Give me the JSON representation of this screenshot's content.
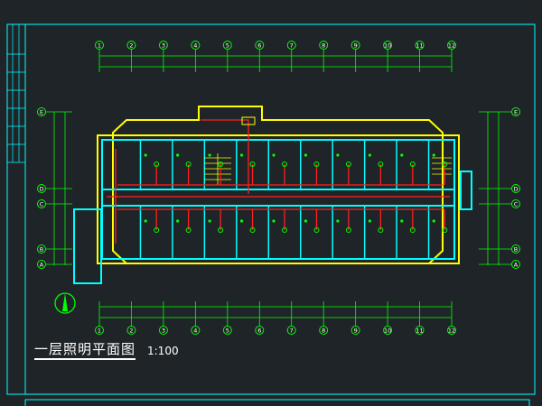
{
  "drawing": {
    "title": "一层照明平面图",
    "scale": "1:100"
  },
  "grid_axes": {
    "columns": [
      "1",
      "2",
      "3",
      "4",
      "5",
      "6",
      "7",
      "8",
      "9",
      "10",
      "11",
      "12"
    ],
    "rows_left": [
      "E",
      "D",
      "C",
      "B",
      "A"
    ],
    "rows_right": [
      "E",
      "D",
      "C",
      "B",
      "A"
    ]
  },
  "colors": {
    "background": "#1f2428",
    "frame": "#00ffff",
    "walls": "#00ffff",
    "outline": "#ffff00",
    "wiring": "#ff2020",
    "fixtures": "#00ff00",
    "dimensions": "#00ff00",
    "text": "#ffffff"
  },
  "icons": [
    "north-arrow-icon",
    "light-fixture-icon",
    "switch-icon",
    "distribution-box-icon"
  ]
}
